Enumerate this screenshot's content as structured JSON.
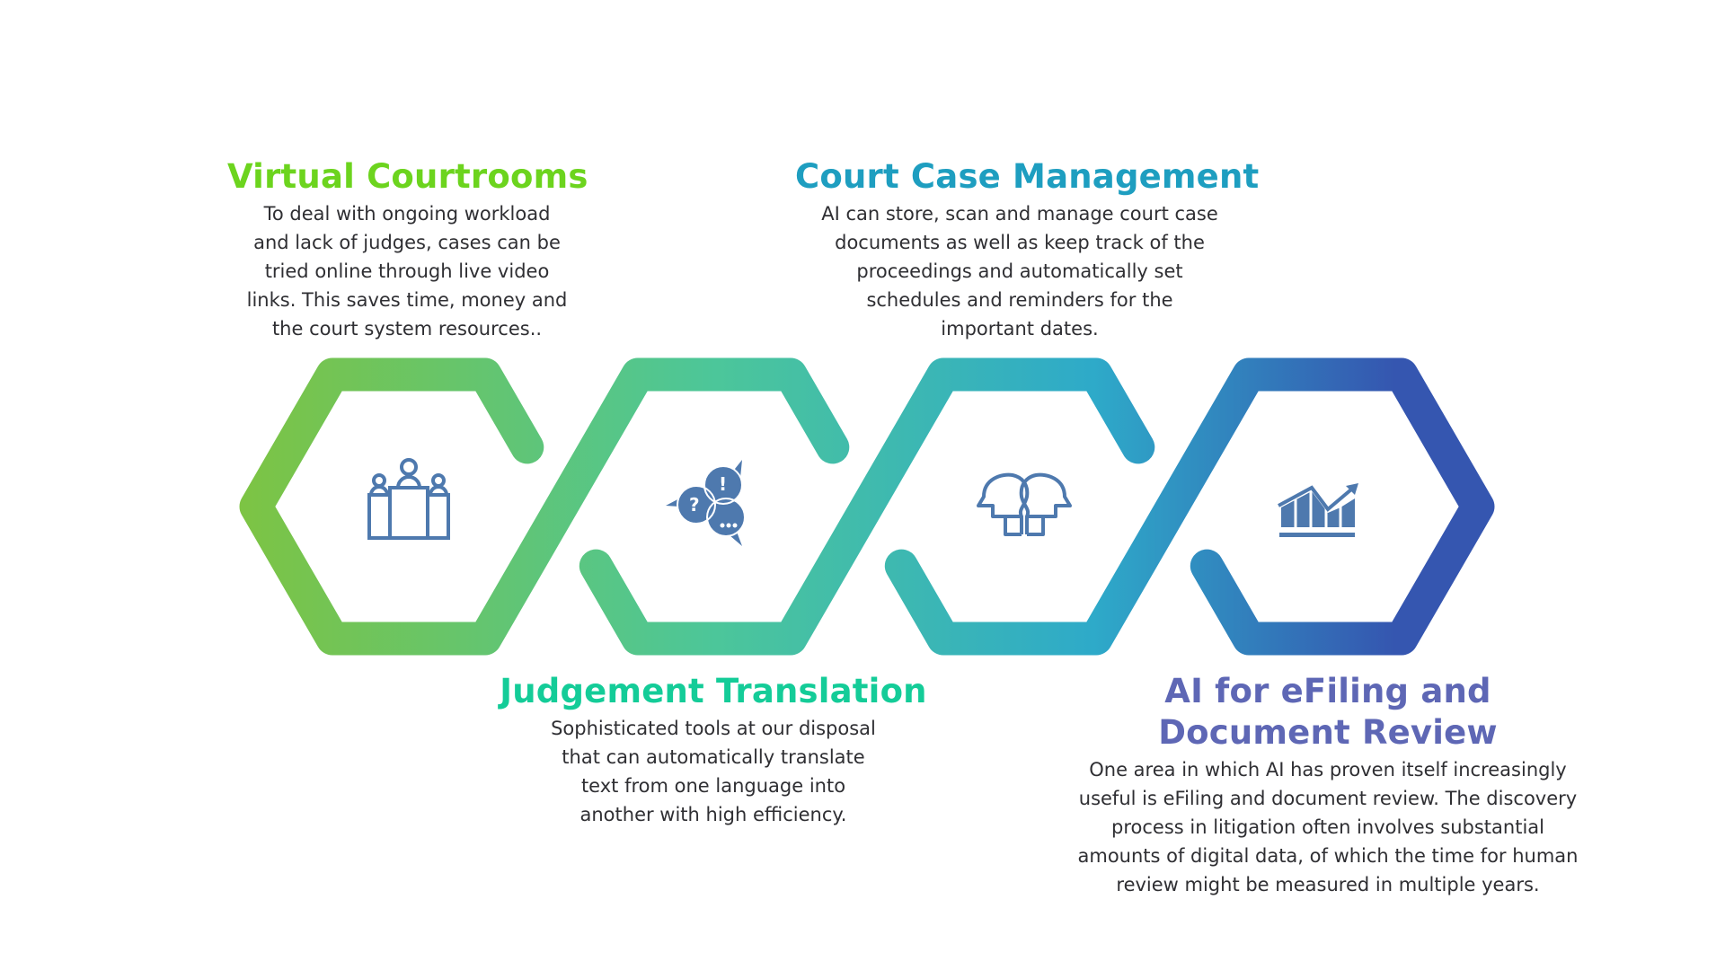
{
  "colors": {
    "icon": "#4E79AE",
    "gradient": [
      "#7DC443",
      "#4CC69A",
      "#2EAAC9",
      "#3556B0"
    ],
    "body_text": "#2F2F33"
  },
  "items": [
    {
      "title": "Virtual Courtrooms",
      "title_color": "#6CD41E",
      "icon": "courtroom-judges-icon",
      "lines": [
        "To deal with ongoing workload",
        "and lack of judges, cases can be",
        "tried online through live video",
        "links. This saves time, money and",
        "the court system resources.."
      ]
    },
    {
      "title": "Judgement Translation",
      "title_color": "#14CC98",
      "icon": "speech-bubbles-translation-icon",
      "lines": [
        "Sophisticated tools at our disposal",
        "that can automatically translate",
        "text from one language into",
        "another with high efficiency."
      ]
    },
    {
      "title": "Court Case Management",
      "title_color": "#1E9EC0",
      "icon": "two-heads-icon",
      "lines": [
        "AI can store, scan and manage court case",
        "documents as well as keep track of the",
        "proceedings and automatically set",
        "schedules and reminders for the",
        "important dates."
      ]
    },
    {
      "title_lines": [
        "AI for eFiling and",
        "Document Review"
      ],
      "title_color": "#5E67B5",
      "icon": "growth-chart-icon",
      "lines": [
        "One area in which AI has proven itself increasingly",
        "useful is eFiling and document review. The discovery",
        "process in litigation often involves substantial",
        "amounts of digital data, of which the time for human",
        "review might be measured in multiple years."
      ]
    }
  ]
}
